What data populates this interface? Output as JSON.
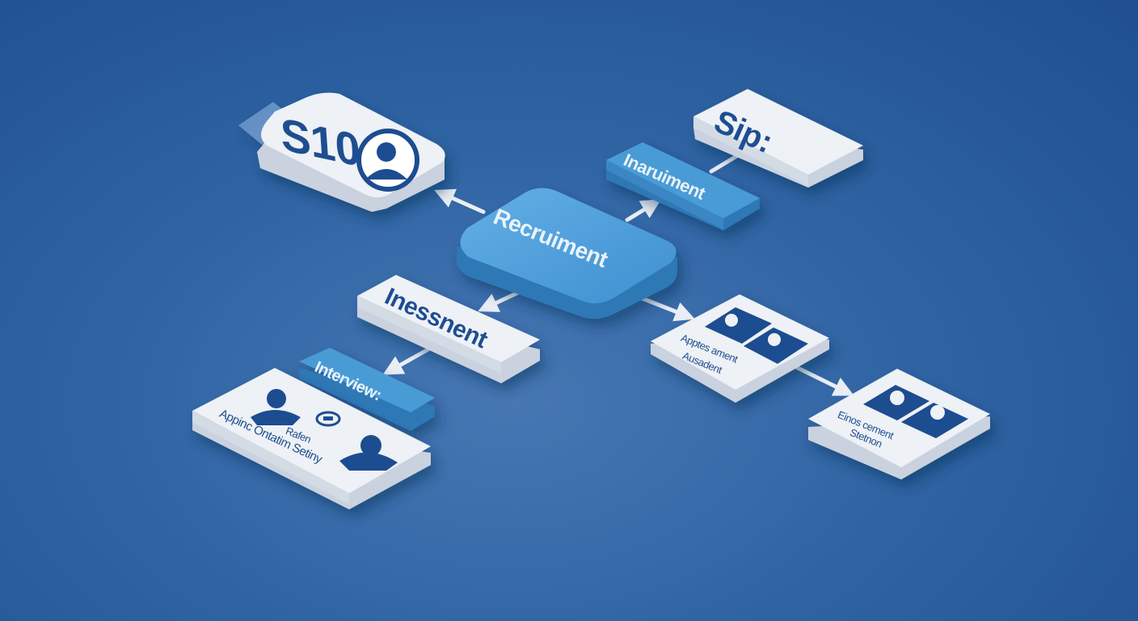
{
  "nodes": {
    "recruitment": "Recruiment",
    "s10": "S10",
    "sip": "Sip:",
    "inaruiment": "Inaruiment",
    "inessnent": "Inessnent",
    "interview": "Interview:",
    "appinc_rafen": "Rafen",
    "appinc_caption": "Appinc Ontatim Setiny",
    "apptes_caption_1": "Apptes ament",
    "apptes_caption_2": "Ausadent",
    "einos_caption_1": "Einos cement",
    "einos_caption_2": "Stetnon"
  },
  "colors": {
    "background": "#2f64a3",
    "card_face": "#eef1f5",
    "card_side": "#c9d2de",
    "accent_blue": "#4a9bd6",
    "accent_blue_side": "#2f78b6",
    "text_blue": "#1e4e91",
    "arrow": "#e9eef5"
  }
}
